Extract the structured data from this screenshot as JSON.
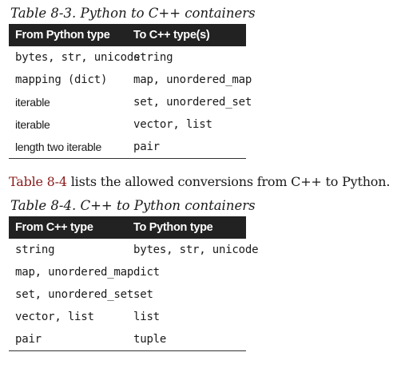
{
  "table1": {
    "caption": "Table 8-3. Python to C++ containers",
    "headers": [
      "From Python type",
      "To C++ type(s)"
    ],
    "rows": [
      [
        "bytes, str, unicode",
        "string"
      ],
      [
        "mapping (dict)",
        "map, unordered_map"
      ],
      [
        "iterable",
        "set, unordered_set"
      ],
      [
        "iterable",
        "vector, list"
      ],
      [
        "length two iterable",
        "pair"
      ]
    ]
  },
  "paragraph": {
    "link_text": "Table 8-4",
    "rest_text": " lists the allowed conversions from C++ to Python."
  },
  "table2": {
    "caption": "Table 8-4. C++ to Python containers",
    "headers": [
      "From C++ type",
      "To Python type"
    ],
    "rows": [
      [
        "string",
        "bytes, str, unicode"
      ],
      [
        "map, unordered_map",
        "dict"
      ],
      [
        "set, unordered_set",
        "set"
      ],
      [
        "vector, list",
        "list"
      ],
      [
        "pair",
        "tuple"
      ]
    ]
  }
}
